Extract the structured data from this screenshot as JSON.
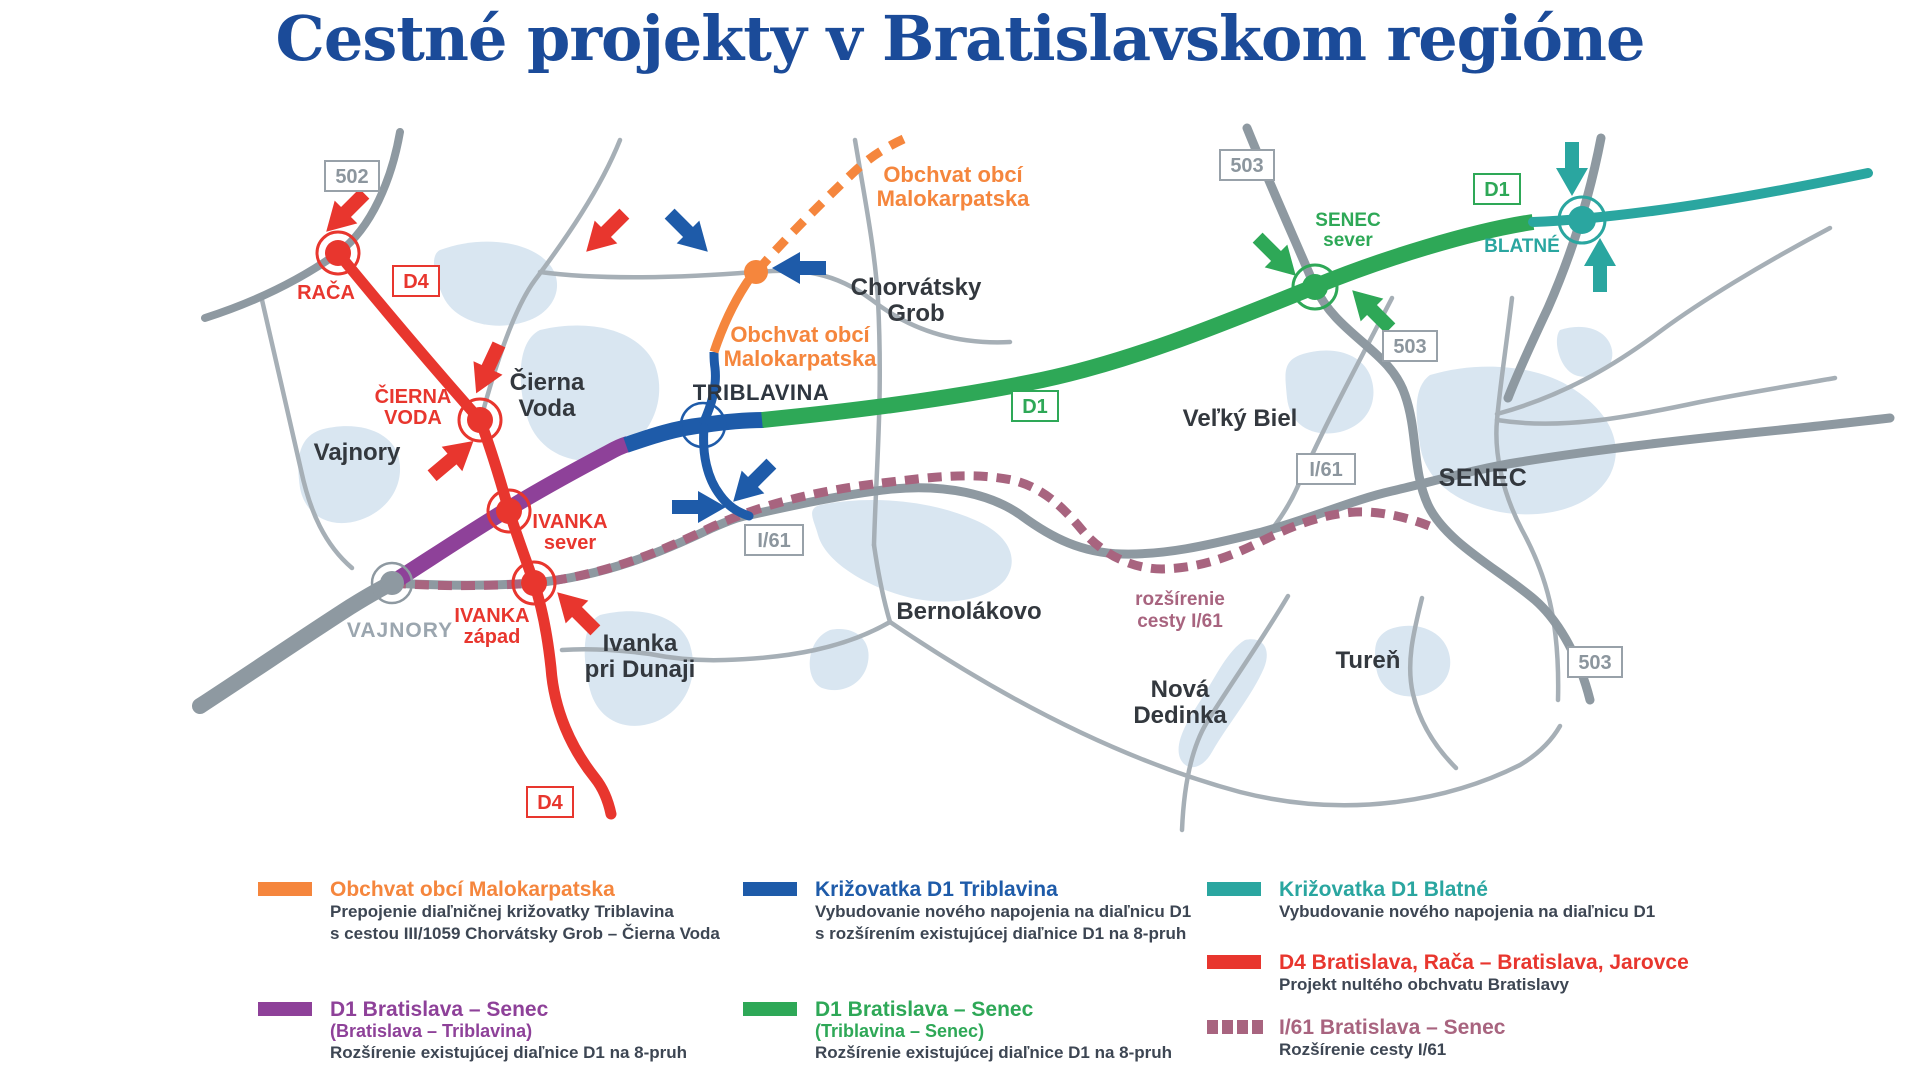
{
  "title": "Cestné projekty v Bratislavskom regióne",
  "colors": {
    "title_blue": "#1B4B99",
    "orange": "#F5863D",
    "purple": "#8E4199",
    "blue": "#1E5BA9",
    "green": "#2EA857",
    "teal": "#2AA6A0",
    "red": "#E8362E",
    "mauve": "#A8647F",
    "road_gray": "#8E99A1",
    "minor_road_gray": "#A6AFB6",
    "water": "#D9E6F1",
    "town_label": "#33383E"
  },
  "map": {
    "junctions": {
      "raca": {
        "label": "RAČA"
      },
      "cierna_voda": {
        "line1": "ČIERNA",
        "line2": "VODA"
      },
      "ivanka_sever": {
        "line1": "IVANKA",
        "line2": "sever"
      },
      "ivanka_zapad": {
        "line1": "IVANKA",
        "line2": "západ"
      },
      "vajnory": {
        "label": "VAJNORY"
      },
      "triblavina": {
        "label": "TRIBLAVINA"
      },
      "senec_sever": {
        "line1": "SENEC",
        "line2": "sever"
      },
      "blatne": {
        "label": "BLATNÉ"
      }
    },
    "project_labels": {
      "obchvat_ne": {
        "line1": "Obchvat obcí",
        "line2": "Malokarpatska"
      },
      "obchvat_sw": {
        "line1": "Obchvat obcí",
        "line2": "Malokarpatska"
      },
      "rozsirenie_i61": {
        "line1": "rozšírenie",
        "line2": "cesty I/61"
      }
    },
    "towns": {
      "cierna_voda": {
        "line1": "Čierna",
        "line2": "Voda"
      },
      "vajnory": {
        "label": "Vajnory"
      },
      "chorvatsky_grob": {
        "line1": "Chorvátsky",
        "line2": "Grob"
      },
      "ivanka_pri_dunaji": {
        "line1": "Ivanka",
        "line2": "pri Dunaji"
      },
      "bernolakovo": {
        "label": "Bernolákovo"
      },
      "nova_dedinka": {
        "line1": "Nová",
        "line2": "Dedinka"
      },
      "turen": {
        "label": "Tureň"
      },
      "velky_biel": {
        "label": "Veľký Biel"
      },
      "senec": {
        "label": "SENEC"
      }
    },
    "shields": {
      "s502": "502",
      "s503": "503",
      "d4": "D4",
      "d1": "D1",
      "i61": "I/61"
    }
  },
  "legend": {
    "items": [
      {
        "title": "Obchvat obcí Malokarpatska",
        "subtitle": "",
        "desc1": "Prepojenie diaľničnej križovatky Triblavina",
        "desc2": "s cestou III/1059 Chorvátsky Grob – Čierna Voda",
        "color": "#F5863D",
        "style": "solid"
      },
      {
        "title": "D1 Bratislava – Senec",
        "subtitle": "(Bratislava – Triblavina)",
        "desc1": "Rozšírenie existujúcej diaľnice D1 na 8-pruh",
        "desc2": "",
        "color": "#8E4199",
        "style": "solid"
      },
      {
        "title": "Križovatka D1 Triblavina",
        "subtitle": "",
        "desc1": "Vybudovanie nového napojenia na diaľnicu D1",
        "desc2": "s rozšírením existujúcej diaľnice D1 na 8-pruh",
        "color": "#1E5BA9",
        "style": "solid"
      },
      {
        "title": "D1 Bratislava – Senec",
        "subtitle": "(Triblavina – Senec)",
        "desc1": "Rozšírenie existujúcej diaľnice D1 na 8-pruh",
        "desc2": "",
        "color": "#2EA857",
        "style": "solid"
      },
      {
        "title": "Križovatka D1 Blatné",
        "subtitle": "",
        "desc1": "Vybudovanie nového napojenia na diaľnicu D1",
        "desc2": "",
        "color": "#2AA6A0",
        "style": "solid"
      },
      {
        "title": "D4 Bratislava, Rača – Bratislava, Jarovce",
        "subtitle": "",
        "desc1": "Projekt nultého obchvatu Bratislavy",
        "desc2": "",
        "color": "#E8362E",
        "style": "solid"
      },
      {
        "title": "I/61 Bratislava – Senec",
        "subtitle": "",
        "desc1": "Rozšírenie cesty I/61",
        "desc2": "",
        "color": "#A8647F",
        "style": "dashed"
      }
    ]
  }
}
